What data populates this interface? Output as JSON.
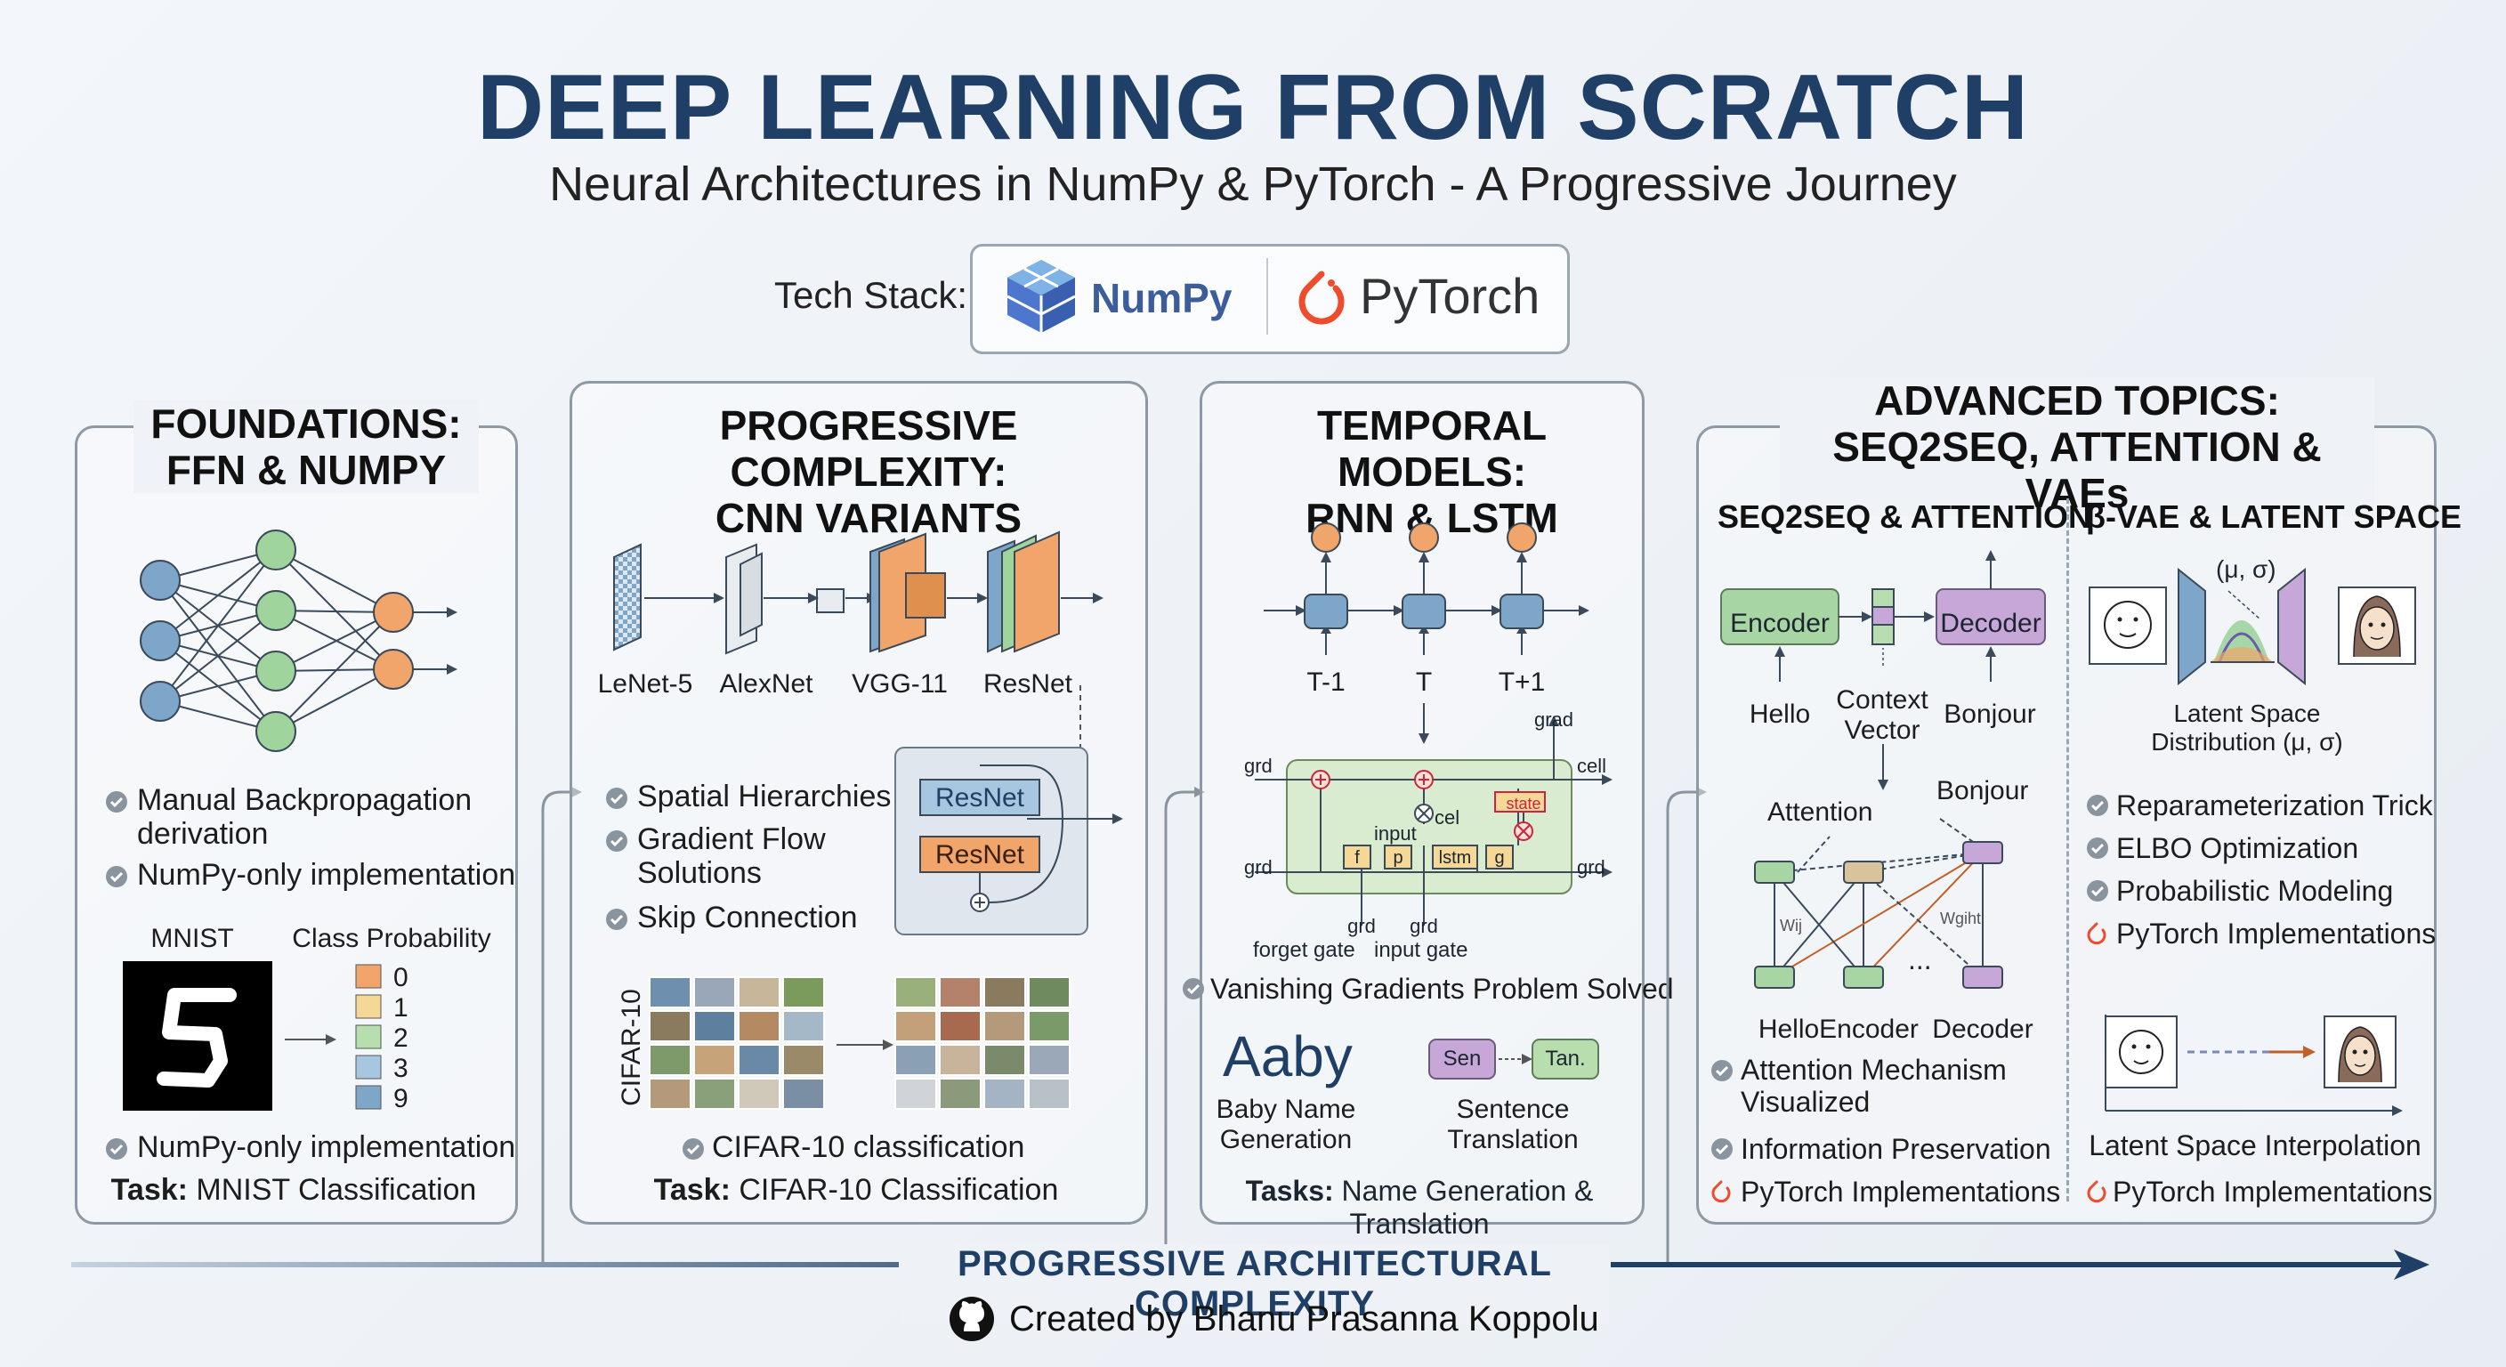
{
  "header": {
    "title": "DEEP LEARNING FROM SCRATCH",
    "subtitle": "Neural Architectures in NumPy & PyTorch - A Progressive Journey",
    "tech_stack_label": "Tech Stack:",
    "numpy": "NumPy",
    "pytorch": "PyTorch"
  },
  "foundations": {
    "title_line1": "FOUNDATIONS:",
    "title_line2": "FFN & NUMPY",
    "bullet1_line1": "Manual Backpropagation",
    "bullet1_line2": "derivation",
    "bullet2": "NumPy-only implementation",
    "mnist_label": "MNIST",
    "class_prob_label": "Class Probability",
    "classes": [
      "0",
      "1",
      "2",
      "3",
      "9"
    ],
    "bullet3": "NumPy-only implementation",
    "task_prefix": "Task:",
    "task": "MNIST Classification"
  },
  "cnn": {
    "title_line1": "PROGRESSIVE COMPLEXITY:",
    "title_line2": "CNN VARIANTS",
    "models": [
      "LeNet-5",
      "AlexNet",
      "VGG-11",
      "ResNet"
    ],
    "bullet1": "Spatial Hierarchies",
    "bullet2_line1": "Gradient Flow",
    "bullet2_line2": "Solutions",
    "bullet3": "Skip Connection",
    "resnet_block1": "ResNet",
    "resnet_block2": "ResNet",
    "cifar_label": "CIFAR-10",
    "bullet4": "CIFAR-10 classification",
    "task_prefix": "Task:",
    "task": "CIFAR-10 Classification"
  },
  "rnn": {
    "title_line1": "TEMPORAL MODELS:",
    "title_line2": "RNN & LSTM",
    "steps": [
      "T-1",
      "T",
      "T+1"
    ],
    "lstm_labels": {
      "grad": "grad",
      "cell": "cell",
      "grd": "grd",
      "cel": "cel",
      "input": "input",
      "lstm": "lstm",
      "state": "state",
      "f": "f",
      "p": "p",
      "g": "g",
      "grd_left2": "grd",
      "grd_right": "grd",
      "forget_gate": "forget gate",
      "input_gate": "input gate",
      "grd_bottom1": "grd",
      "grd_bottom2": "grd"
    },
    "bullet1": "Vanishing Gradients Problem Solved",
    "aaby": "Aaby",
    "baby_line1": "Baby Name",
    "baby_line2": "Generation",
    "sen": "Sen",
    "tan": "Tan.",
    "sentence_line1": "Sentence",
    "sentence_line2": "Translation",
    "task_prefix": "Tasks:",
    "task": "Name Generation & Translation"
  },
  "advanced": {
    "title_line1": "ADVANCED TOPICS:",
    "title_line2": "SEQ2SEQ, ATTENTION & VAEs",
    "seq_head": "SEQ2SEQ & ATTENTION",
    "vae_head": "β-VAE & LATENT SPACE",
    "encoder": "Encoder",
    "decoder": "Decoder",
    "hello": "Hello",
    "context_line1": "Context",
    "context_line2": "Vector",
    "bonjour": "Bonjour",
    "attention": "Attention",
    "bonjour2": "Bonjour",
    "wij": "Wij",
    "wght": "Wgiht",
    "ellipsis": "...",
    "hello2": "Hello",
    "encoder2": "Encoder",
    "decoder2": "Decoder",
    "seq_b1_line1": "Attention Mechanism",
    "seq_b1_line2": "Visualized",
    "seq_b2": "Information Preservation",
    "seq_b3": "PyTorch Implementations",
    "mu_sigma": "(μ, σ)",
    "latent_line1": "Latent Space",
    "latent_line2": "Distribution (μ, σ)",
    "vae_b1": "Reparameterization Trick",
    "vae_b2": "ELBO Optimization",
    "vae_b3": "Probabilistic Modeling",
    "vae_b4": "PyTorch Implementations",
    "interp": "Latent Space Interpolation",
    "vae_b5": "PyTorch Implementations"
  },
  "footer": {
    "progress": "PROGRESSIVE ARCHITECTURAL COMPLEXITY",
    "credit": "Created by Bhanu Prasanna Koppolu"
  },
  "colors": {
    "title": "#1f3f66",
    "blue_node": "#7ea6c9",
    "green_node": "#9fd49c",
    "orange_node": "#f1a56a",
    "lstm_bg": "#d9ecd0",
    "encoder": "#a8d5a4",
    "decoder": "#c7a6d8"
  }
}
